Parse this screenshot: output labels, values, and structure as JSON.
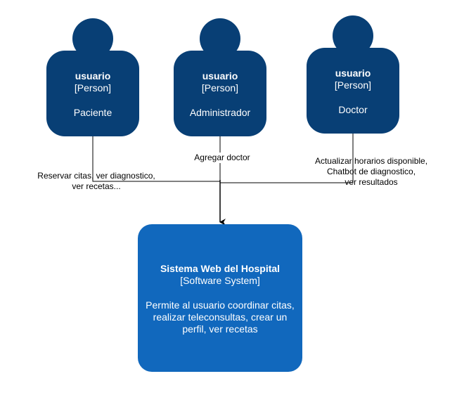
{
  "persons": [
    {
      "name": "usuario",
      "kind": "[Person]",
      "role": "Paciente"
    },
    {
      "name": "usuario",
      "kind": "[Person]",
      "role": "Administrador"
    },
    {
      "name": "usuario",
      "kind": "[Person]",
      "role": "Doctor"
    }
  ],
  "system": {
    "name": "Sistema Web del Hospital",
    "kind": "[Software System]",
    "description": "Permite al usuario coordinar citas, realizar teleconsultas, crear un perfil, ver recetas"
  },
  "relations": [
    {
      "line1": "Reservar citas, ver diagnostico,",
      "line2": "ver recetas..."
    },
    {
      "line1": "Agregar doctor"
    },
    {
      "line1": "Actualizar horarios disponible,",
      "line2": "Chatbot de diagnostico,",
      "line3": "ver resultados"
    }
  ],
  "colors": {
    "person": "#083f75",
    "system": "#1168bd",
    "line": "#000000"
  }
}
